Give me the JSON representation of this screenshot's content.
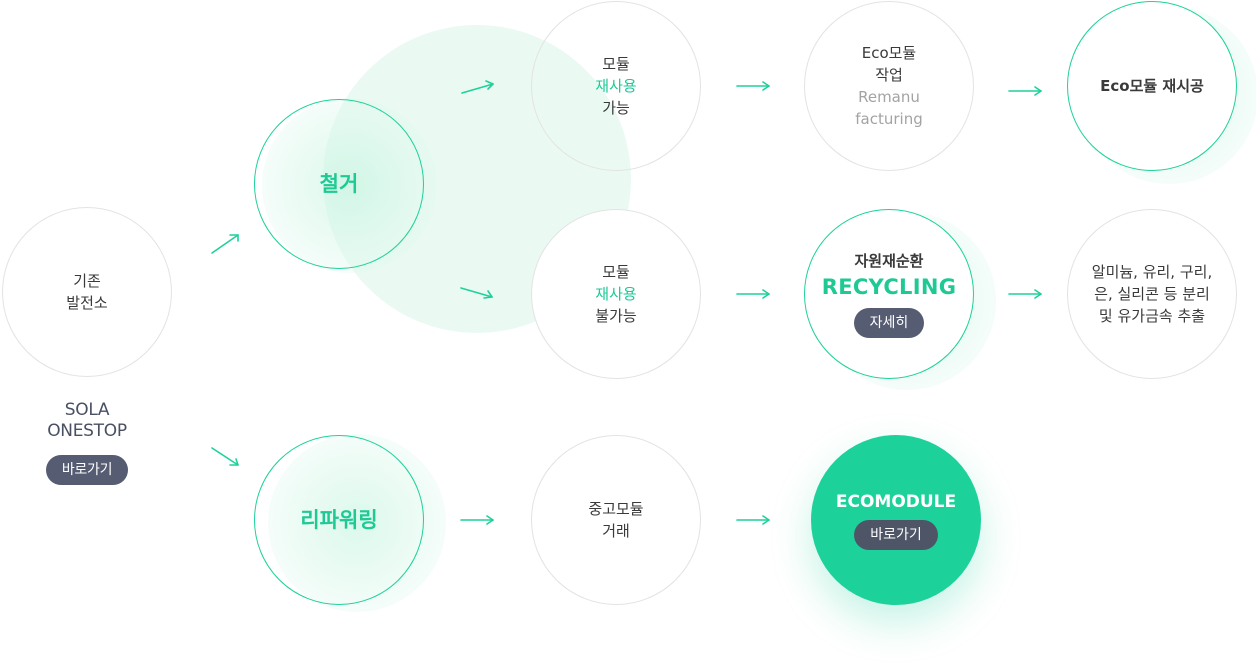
{
  "colors": {
    "accent": "#1ed19a",
    "pill": "#565d73",
    "gray_text": "#a3a3a3",
    "border_gray": "#e3e3e3"
  },
  "origin": {
    "line1": "기존",
    "line2": "발전소"
  },
  "sola": {
    "line1": "SOLA",
    "line2": "ONESTOP",
    "button": "바로가기"
  },
  "demolition": {
    "label": "철거"
  },
  "repowering": {
    "label": "리파워링"
  },
  "reusable": {
    "line1": "모듈",
    "line2": "재사용",
    "line3": "가능"
  },
  "not_reusable": {
    "line1": "모듈",
    "line2": "재사용",
    "line3": "불가능"
  },
  "used_trade": {
    "line1": "중고모듈",
    "line2": "거래"
  },
  "reman_work": {
    "line1": "Eco모듈",
    "line2": "작업",
    "line3": "Remanu",
    "line4": "facturing"
  },
  "recycling": {
    "line1": "자원재순환",
    "line2": "RECYCLING",
    "button": "자세히"
  },
  "ecomodule": {
    "title": "ECOMODULE",
    "button": "바로가기"
  },
  "reprocess": {
    "label": "Eco모듈 재시공"
  },
  "separation": {
    "line1": "알미늄, 유리, 구리,",
    "line2": "은, 실리콘 등 분리",
    "line3": "및 유가금속 추출"
  }
}
